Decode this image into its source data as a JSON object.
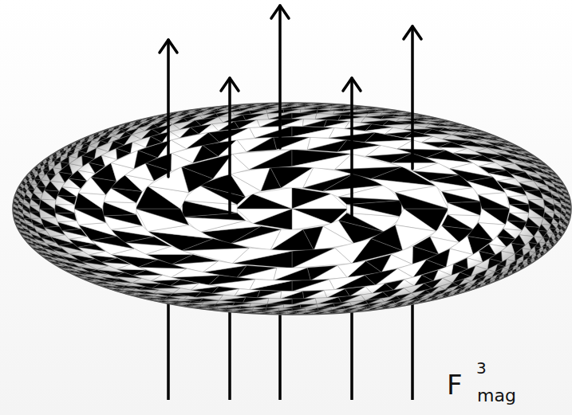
{
  "diagram": {
    "labels": [
      "F",
      "3",
      "mag"
    ]
  }
}
